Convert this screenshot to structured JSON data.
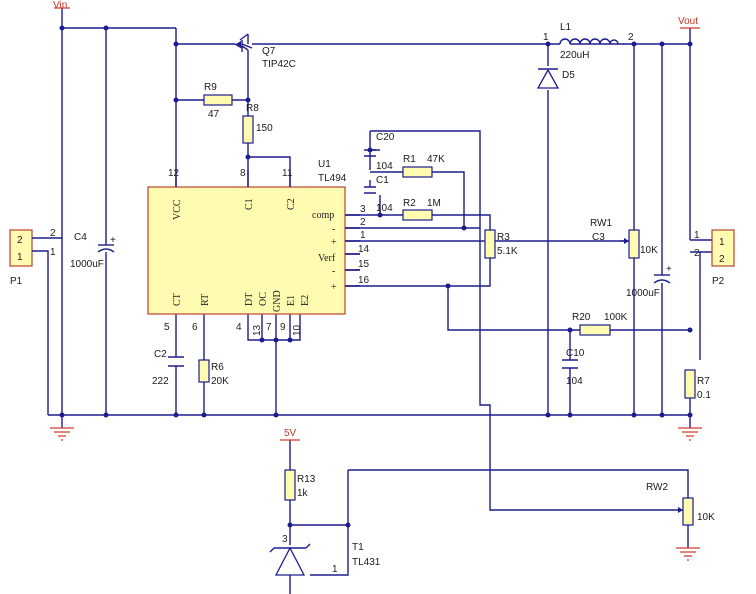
{
  "nets": {
    "vin": "Vin",
    "vout": "Vout",
    "v5": "5V"
  },
  "ic": {
    "ref": "U1",
    "part": "TL494",
    "pins_inside": [
      "VCC",
      "C1",
      "C2",
      "comp",
      "-",
      "+",
      "Verf",
      "-",
      "+",
      "CT",
      "RT",
      "DT",
      "OC",
      "GND",
      "E1",
      "E2"
    ],
    "pin_numbers": [
      "12",
      "8",
      "11",
      "3",
      "2",
      "1",
      "14",
      "15",
      "16",
      "5",
      "6",
      "4",
      "13",
      "7",
      "9",
      "10"
    ]
  },
  "components": {
    "q7": {
      "ref": "Q7",
      "value": "TIP42C"
    },
    "r9": {
      "ref": "R9",
      "value": "47"
    },
    "r8": {
      "ref": "R8",
      "value": "150"
    },
    "c20": {
      "ref": "C20",
      "value": "104"
    },
    "c1": {
      "ref": "C1",
      "value": "104"
    },
    "r1": {
      "ref": "R1",
      "value": "47K"
    },
    "r2": {
      "ref": "R2",
      "value": "1M"
    },
    "r3": {
      "ref": "R3",
      "value": "5.1K"
    },
    "l1": {
      "ref": "L1",
      "value": "220uH"
    },
    "d5": {
      "ref": "D5"
    },
    "rw1": {
      "ref": "RW1",
      "value": "10K",
      "pin": "C3"
    },
    "c3": {
      "value": "1000uF"
    },
    "c4": {
      "ref": "C4",
      "value": "1000uF"
    },
    "p1": {
      "ref": "P1",
      "pins": [
        "2",
        "1"
      ]
    },
    "p2": {
      "ref": "P2",
      "pins": [
        "1",
        "2"
      ]
    },
    "r20": {
      "ref": "R20",
      "value": "100K"
    },
    "c10": {
      "ref": "C10",
      "value": "104"
    },
    "r7": {
      "ref": "R7",
      "value": "0.1"
    },
    "c2": {
      "ref": "C2",
      "value": "222"
    },
    "r6": {
      "ref": "R6",
      "value": "20K"
    },
    "r13": {
      "ref": "R13",
      "value": "1k"
    },
    "t1": {
      "ref": "T1",
      "value": "TL431",
      "pins": [
        "3",
        "1"
      ]
    },
    "rw2": {
      "ref": "RW2",
      "value": "10K"
    },
    "l1_pins": [
      "1",
      "2"
    ]
  },
  "colors": {
    "wire": "#1d1d8f",
    "ic_fill": "#fffbb0",
    "ic_border": "#b5472e",
    "net_label": "#c0392b"
  }
}
